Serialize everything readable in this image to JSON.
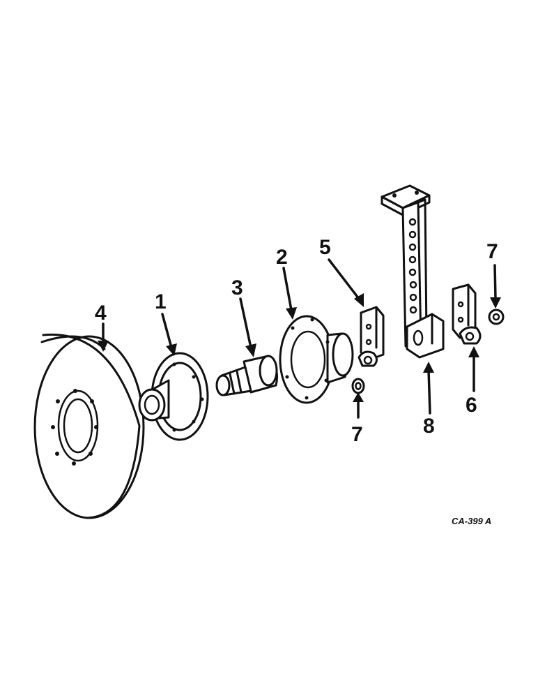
{
  "callouts": {
    "c1": "1",
    "c2": "2",
    "c3": "3",
    "c4": "4",
    "c5": "5",
    "c6": "6",
    "c7a": "7",
    "c7b": "7",
    "c8": "8"
  },
  "drawing_code": "CA-399 A"
}
